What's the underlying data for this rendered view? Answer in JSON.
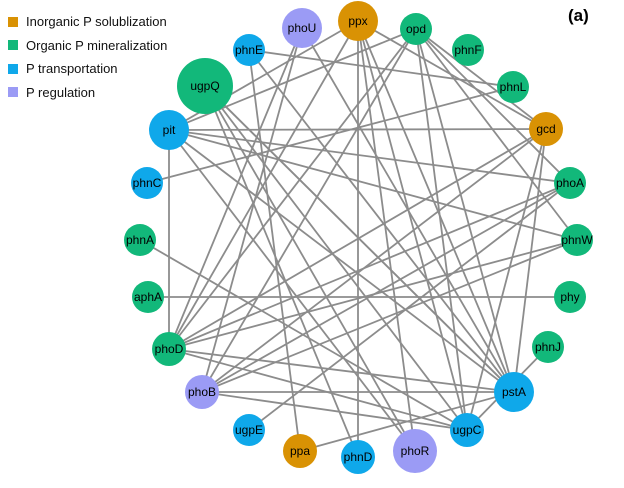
{
  "panel_label": "(a)",
  "legend": [
    {
      "label": "Inorganic P solublization",
      "color": "#D99204"
    },
    {
      "label": "Organic P mineralization",
      "color": "#12B87A"
    },
    {
      "label": "P transportation",
      "color": "#0FA8EA"
    },
    {
      "label": "P regulation",
      "color": "#9B9BF5"
    }
  ],
  "edge_color": "#8C8C8C",
  "nodes": [
    {
      "id": "ppx",
      "group": 0,
      "size": "large"
    },
    {
      "id": "opd",
      "group": 1,
      "size": "small"
    },
    {
      "id": "phnF",
      "group": 1,
      "size": "small"
    },
    {
      "id": "phnL",
      "group": 1,
      "size": "small"
    },
    {
      "id": "gcd",
      "group": 0,
      "size": "medium"
    },
    {
      "id": "phoA",
      "group": 1,
      "size": "small"
    },
    {
      "id": "phnW",
      "group": 1,
      "size": "small"
    },
    {
      "id": "phy",
      "group": 1,
      "size": "small"
    },
    {
      "id": "phnJ",
      "group": 1,
      "size": "small"
    },
    {
      "id": "pstA",
      "group": 2,
      "size": "large"
    },
    {
      "id": "ugpC",
      "group": 2,
      "size": "medium"
    },
    {
      "id": "phoR",
      "group": 3,
      "size": "xlarge"
    },
    {
      "id": "phnD",
      "group": 2,
      "size": "medium"
    },
    {
      "id": "ppa",
      "group": 0,
      "size": "medium"
    },
    {
      "id": "ugpE",
      "group": 2,
      "size": "small"
    },
    {
      "id": "phoB",
      "group": 3,
      "size": "medium"
    },
    {
      "id": "phoD",
      "group": 1,
      "size": "medium"
    },
    {
      "id": "aphA",
      "group": 1,
      "size": "small"
    },
    {
      "id": "phnA",
      "group": 1,
      "size": "small"
    },
    {
      "id": "phnC",
      "group": 2,
      "size": "small"
    },
    {
      "id": "pit",
      "group": 2,
      "size": "large"
    },
    {
      "id": "ugpQ",
      "group": 1,
      "size": "xxlarge"
    },
    {
      "id": "phnE",
      "group": 2,
      "size": "small"
    },
    {
      "id": "phoU",
      "group": 3,
      "size": "large"
    }
  ],
  "edges": [
    [
      "ppx",
      "phoD"
    ],
    [
      "ppx",
      "pit"
    ],
    [
      "ppx",
      "pstA"
    ],
    [
      "ppx",
      "ugpC"
    ],
    [
      "ppx",
      "phoR"
    ],
    [
      "ppx",
      "phnD"
    ],
    [
      "opd",
      "pit"
    ],
    [
      "opd",
      "phoD"
    ],
    [
      "opd",
      "phoB"
    ],
    [
      "opd",
      "pstA"
    ],
    [
      "opd",
      "ugpC"
    ],
    [
      "opd",
      "phoA"
    ],
    [
      "opd",
      "phnW"
    ],
    [
      "ugpQ",
      "ugpC"
    ],
    [
      "ugpQ",
      "phoR"
    ],
    [
      "ugpQ",
      "pstA"
    ],
    [
      "ugpQ",
      "phnD"
    ],
    [
      "pit",
      "gcd"
    ],
    [
      "pit",
      "phnW"
    ],
    [
      "pit",
      "phoA"
    ],
    [
      "pit",
      "phoD"
    ],
    [
      "pit",
      "pstA"
    ],
    [
      "pit",
      "phoR"
    ],
    [
      "phnE",
      "phnL"
    ],
    [
      "phnE",
      "ppa"
    ],
    [
      "phnE",
      "pstA"
    ],
    [
      "phoU",
      "phoD"
    ],
    [
      "phoU",
      "phoB"
    ],
    [
      "phoU",
      "pstA"
    ],
    [
      "gcd",
      "phoD"
    ],
    [
      "gcd",
      "phoB"
    ],
    [
      "gcd",
      "ugpC"
    ],
    [
      "gcd",
      "pstA"
    ],
    [
      "gcd",
      "ppx"
    ],
    [
      "gcd",
      "opd"
    ],
    [
      "phoA",
      "phoB"
    ],
    [
      "phoA",
      "ugpE"
    ],
    [
      "phoA",
      "phoD"
    ],
    [
      "phnW",
      "phoD"
    ],
    [
      "phnW",
      "phoB"
    ],
    [
      "phnA",
      "ugpC"
    ],
    [
      "aphA",
      "phy"
    ],
    [
      "phnC",
      "phnL"
    ],
    [
      "phoD",
      "pstA"
    ],
    [
      "phoD",
      "ugpC"
    ],
    [
      "phoB",
      "pstA"
    ],
    [
      "phoB",
      "ugpC"
    ],
    [
      "pstA",
      "ppa"
    ],
    [
      "pstA",
      "ugpQ"
    ],
    [
      "ugpC",
      "phnJ"
    ]
  ]
}
